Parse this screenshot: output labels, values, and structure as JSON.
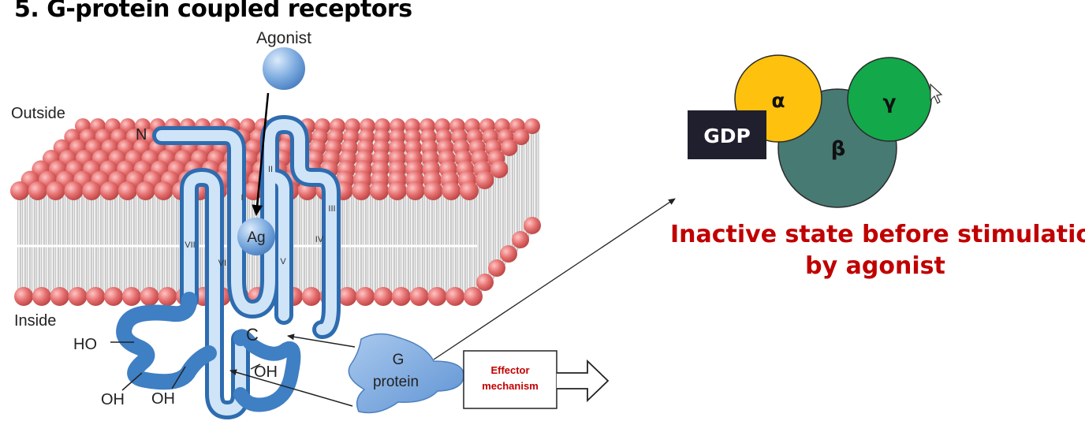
{
  "title": "5. G-protein coupled receptors",
  "labels": {
    "agonist": "Agonist",
    "outside": "Outside",
    "inside": "Inside",
    "n_term": "N",
    "c_term": "C",
    "ligand": "Ag",
    "ho": "HO",
    "oh1": "OH",
    "oh2": "OH",
    "oh3": "OH",
    "g_protein_line1": "G",
    "g_protein_line2": "protein",
    "effector_line1": "Effector",
    "effector_line2": "mechanism"
  },
  "helices": [
    "I",
    "II",
    "III",
    "IV",
    "V",
    "VI",
    "VII"
  ],
  "subunits": {
    "alpha": "α",
    "beta": "β",
    "gamma": "γ",
    "gdp": "GDP"
  },
  "caption": {
    "line1": "Inactive state before stimulation",
    "line2": "by agonist"
  },
  "colors": {
    "alpha": "#fdc10e",
    "beta": "#477a73",
    "gamma": "#13a84a",
    "gdp_box": "#1f1f2e",
    "caption": "#c00000",
    "receptor": "#3f7fc4",
    "membrane_head": "#e06a6a"
  }
}
